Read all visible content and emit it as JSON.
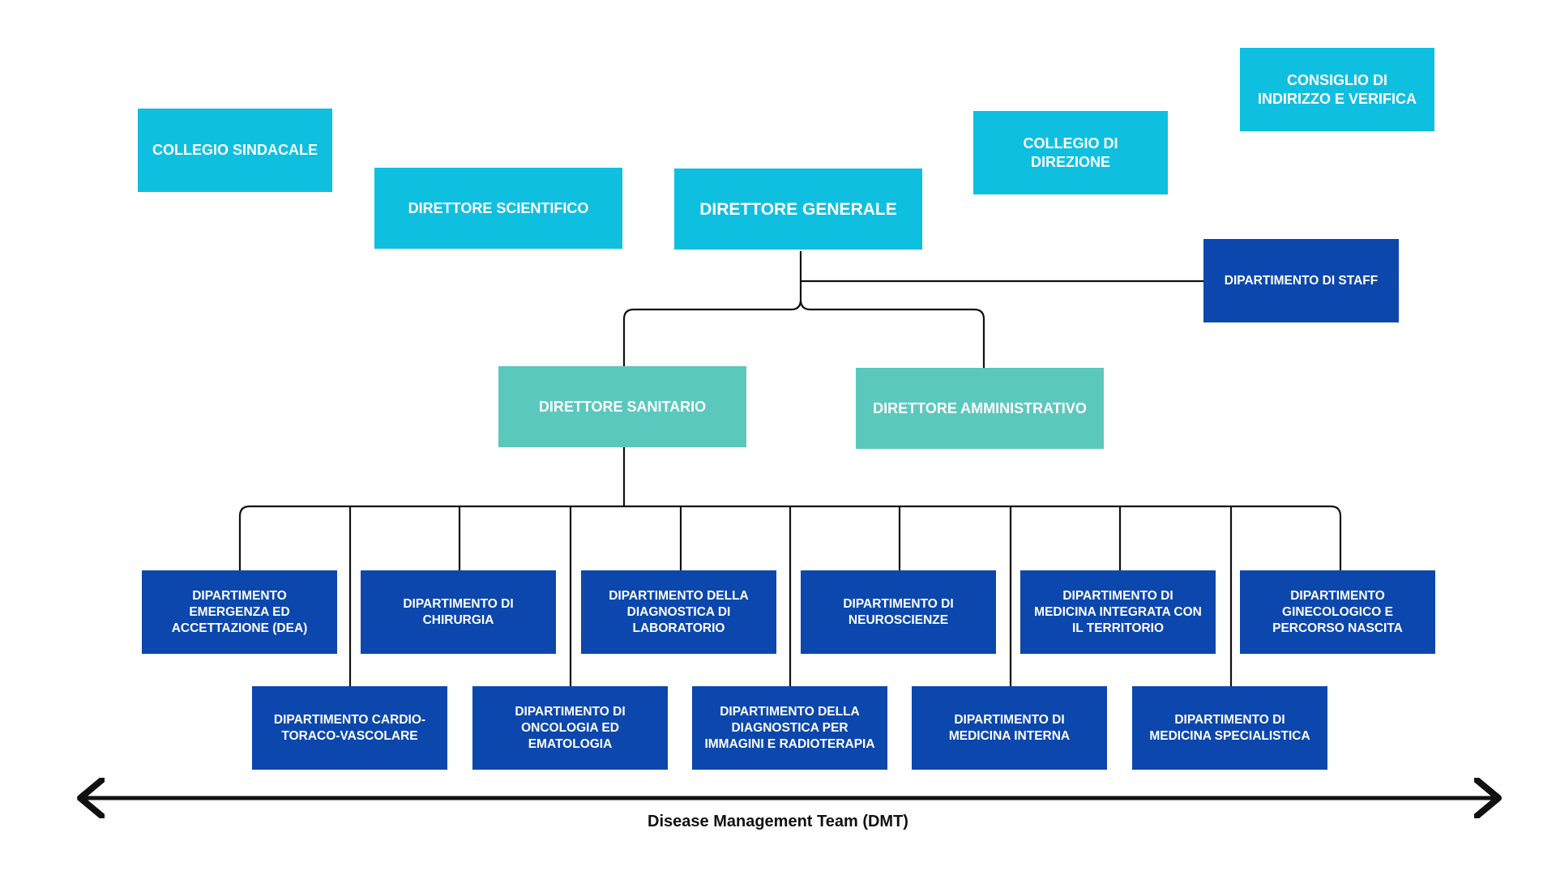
{
  "governance": {
    "collegio_sindacale": "COLLEGIO SINDACALE",
    "consiglio_indirizzo": "CONSIGLIO DI INDIRIZZO E VERIFICA",
    "collegio_direzione": "COLLEGIO DI DIREZIONE"
  },
  "top": {
    "direttore_scientifico": "DIRETTORE SCIENTIFICO",
    "direttore_generale": "DIRETTORE GENERALE",
    "dipartimento_staff": "DIPARTIMENTO DI STAFF"
  },
  "middle": {
    "direttore_sanitario": "DIRETTORE SANITARIO",
    "direttore_amministrativo": "DIRETTORE AMMINISTRATIVO"
  },
  "departments": [
    "DIPARTIMENTO EMERGENZA ED ACCETTAZIONE (DEA)",
    "DIPARTIMENTO CARDIO-TORACO-VASCOLARE",
    "DIPARTIMENTO DI CHIRURGIA",
    "DIPARTIMENTO DI ONCOLOGIA ED EMATOLOGIA",
    "DIPARTIMENTO DELLA DIAGNOSTICA DI LABORATORIO",
    "DIPARTIMENTO DELLA DIAGNOSTICA PER IMMAGINI E RADIOTERAPIA",
    "DIPARTIMENTO DI NEUROSCIENZE",
    "DIPARTIMENTO DI MEDICINA INTERNA",
    "DIPARTIMENTO DI MEDICINA INTEGRATA CON IL TERRITORIO",
    "DIPARTIMENTO DI MEDICINA SPECIALISTICA",
    "DIPARTIMENTO GINECOLOGICO E PERCORSO NASCITA"
  ],
  "caption": "Disease Management Team (DMT)",
  "colors": {
    "cyan": "#0fbfe0",
    "teal": "#5bc8bd",
    "navy": "#0b47ac",
    "line": "#111111"
  }
}
